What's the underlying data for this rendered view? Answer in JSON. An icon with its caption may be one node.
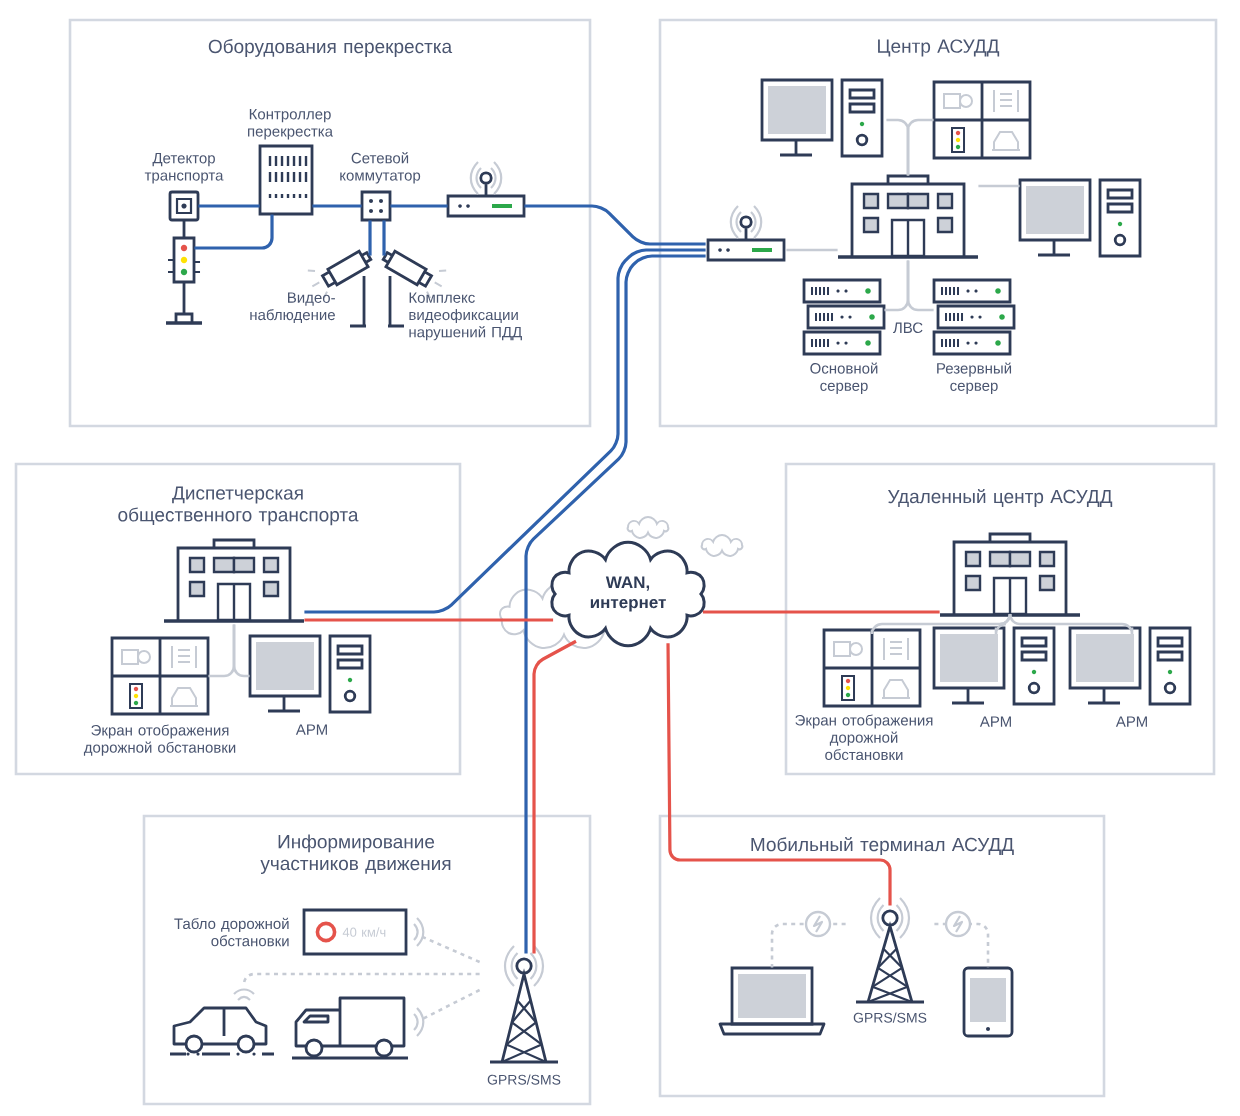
{
  "diagram": {
    "nodes": [
      {
        "text": [
          "Оборудования перекрестка"
        ]
      },
      {
        "text": [
          "Детектор транспорта"
        ],
        "in": 0
      },
      {
        "text": [],
        "shape": "picture",
        "in": 0
      },
      {
        "text": [
          "Контроллер перекрестка"
        ],
        "in": 0
      },
      {
        "text": [
          "Сетевой коммутатор"
        ],
        "in": 0
      },
      {
        "text": [
          "Видео-наблюдение"
        ],
        "in": 0
      },
      {
        "text": [
          "Комплекс видеофиксации нарушений ПДД"
        ],
        "in": 0
      },
      {
        "text": [],
        "shape": "picture",
        "in": 0
      },
      {
        "text": [
          "Центр АСУДД"
        ]
      },
      {
        "text": [],
        "shape": "picture",
        "in": 8
      },
      {
        "text": [],
        "shape": "picture",
        "in": 8
      },
      {
        "text": [],
        "shape": "picture",
        "in": 8
      },
      {
        "text": [],
        "shape": "picture",
        "in": 8
      },
      {
        "text": [],
        "shape": "picture",
        "in": 8
      },
      {
        "text": [
          "Основной сервер"
        ],
        "in": 8
      },
      {
        "text": [
          "Резервный сервер"
        ],
        "in": 8
      },
      {
        "text": [
          "Диспетчерская общественного транспорта"
        ]
      },
      {
        "text": [],
        "shape": "picture",
        "in": 16
      },
      {
        "text": [
          "Экран отображения дорожной обстановки"
        ],
        "in": 16
      },
      {
        "text": [
          "АРМ"
        ],
        "in": 16
      },
      {
        "text": [
          "WAN, интернет"
        ]
      },
      {
        "text": [
          "Удаленный центр АСУДД"
        ]
      },
      {
        "text": [],
        "shape": "picture",
        "in": 21
      },
      {
        "text": [
          "Экран отображения дорожной обстановки"
        ],
        "in": 21
      },
      {
        "text": [
          "АРМ"
        ],
        "in": 21
      },
      {
        "text": [
          "АРМ"
        ],
        "in": 21
      },
      {
        "text": [
          "Информирование участников движения"
        ]
      },
      {
        "text": [
          "Табло дорожной обстановки",
          "40 км/ч"
        ],
        "in": 26
      },
      {
        "text": [],
        "shape": "picture",
        "in": 26
      },
      {
        "text": [],
        "shape": "picture",
        "in": 26
      },
      {
        "text": [
          "GPRS/SMS"
        ],
        "in": 26
      },
      {
        "text": [
          "Мобильный терминал АСУДД"
        ]
      },
      {
        "text": [],
        "shape": "picture",
        "in": 31
      },
      {
        "text": [
          "GPRS/SMS"
        ],
        "in": 31
      },
      {
        "text": [],
        "shape": "picture",
        "in": 31
      }
    ],
    "edges": [
      {
        "from": 1,
        "to": 3,
        "arrow": "none",
        "color": "#2f62ad"
      },
      {
        "from": 2,
        "to": 3,
        "arrow": "none",
        "color": "#2f62ad"
      },
      {
        "from": 3,
        "to": 4,
        "arrow": "none",
        "color": "#2f62ad"
      },
      {
        "from": 4,
        "to": 7,
        "arrow": "none",
        "color": "#2f62ad"
      },
      {
        "from": 4,
        "to": 5,
        "arrow": "none",
        "color": "#2f62ad"
      },
      {
        "from": 4,
        "to": 6,
        "arrow": "none",
        "color": "#2f62ad"
      },
      {
        "from": 7,
        "to": 12,
        "arrow": "none",
        "color": "#2f62ad"
      },
      {
        "from": 12,
        "to": 11,
        "arrow": "none"
      },
      {
        "from": 11,
        "to": 9,
        "arrow": "none"
      },
      {
        "from": 11,
        "to": 10,
        "arrow": "none"
      },
      {
        "from": 11,
        "to": 13,
        "arrow": "none"
      },
      {
        "from": 11,
        "to": 14,
        "arrow": "none"
      },
      {
        "from": 11,
        "to": 15,
        "arrow": "none"
      },
      {
        "from": 12,
        "to": 17,
        "arrow": "none",
        "color": "#2f62ad"
      },
      {
        "from": 12,
        "to": 30,
        "arrow": "none",
        "color": "#2f62ad"
      },
      {
        "from": 17,
        "to": 18,
        "arrow": "none"
      },
      {
        "from": 17,
        "to": 19,
        "arrow": "none"
      },
      {
        "from": 17,
        "to": 20,
        "arrow": "none",
        "color": "#e5534b"
      },
      {
        "from": 20,
        "to": 22,
        "arrow": "none",
        "color": "#e5534b"
      },
      {
        "from": 20,
        "to": 30,
        "arrow": "none",
        "color": "#e5534b"
      },
      {
        "from": 20,
        "to": 33,
        "arrow": "none",
        "color": "#e5534b"
      },
      {
        "from": 22,
        "to": 23,
        "arrow": "none"
      },
      {
        "from": 22,
        "to": 24,
        "arrow": "none"
      },
      {
        "from": 22,
        "to": 25,
        "arrow": "none"
      },
      {
        "from": 30,
        "to": 27,
        "arrow": "none",
        "style": "dashed"
      },
      {
        "from": 30,
        "to": 28,
        "arrow": "none",
        "style": "dashed"
      },
      {
        "from": 30,
        "to": 29,
        "arrow": "none",
        "style": "dashed"
      },
      {
        "from": 33,
        "to": 32,
        "arrow": "none",
        "style": "dashed"
      },
      {
        "from": 33,
        "to": 34,
        "arrow": "none",
        "style": "dashed"
      }
    ],
    "labels": [
      "ЛВС"
    ]
  }
}
